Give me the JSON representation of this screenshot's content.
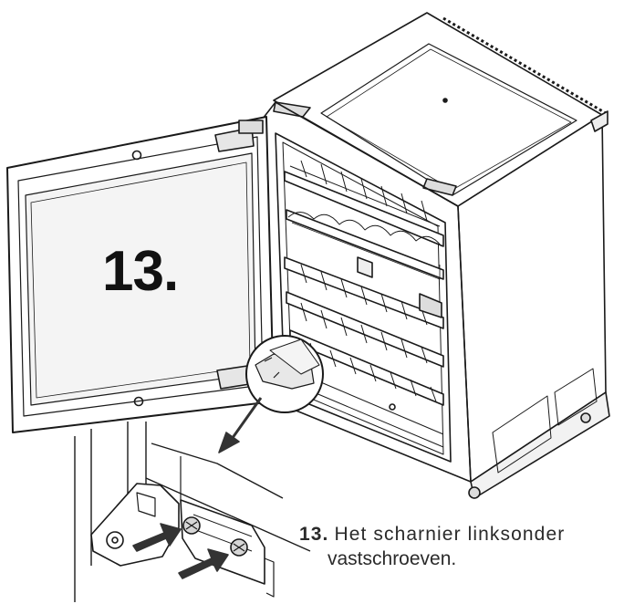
{
  "step": {
    "badge": "13.",
    "number": "13.",
    "line1": "Het scharnier linksonder",
    "line2": "vastschroeven."
  },
  "colors": {
    "line": "#1a1a1a",
    "glass": "#f4f4f4",
    "arrow": "#333333",
    "cabinet_side": "#ffffff"
  }
}
